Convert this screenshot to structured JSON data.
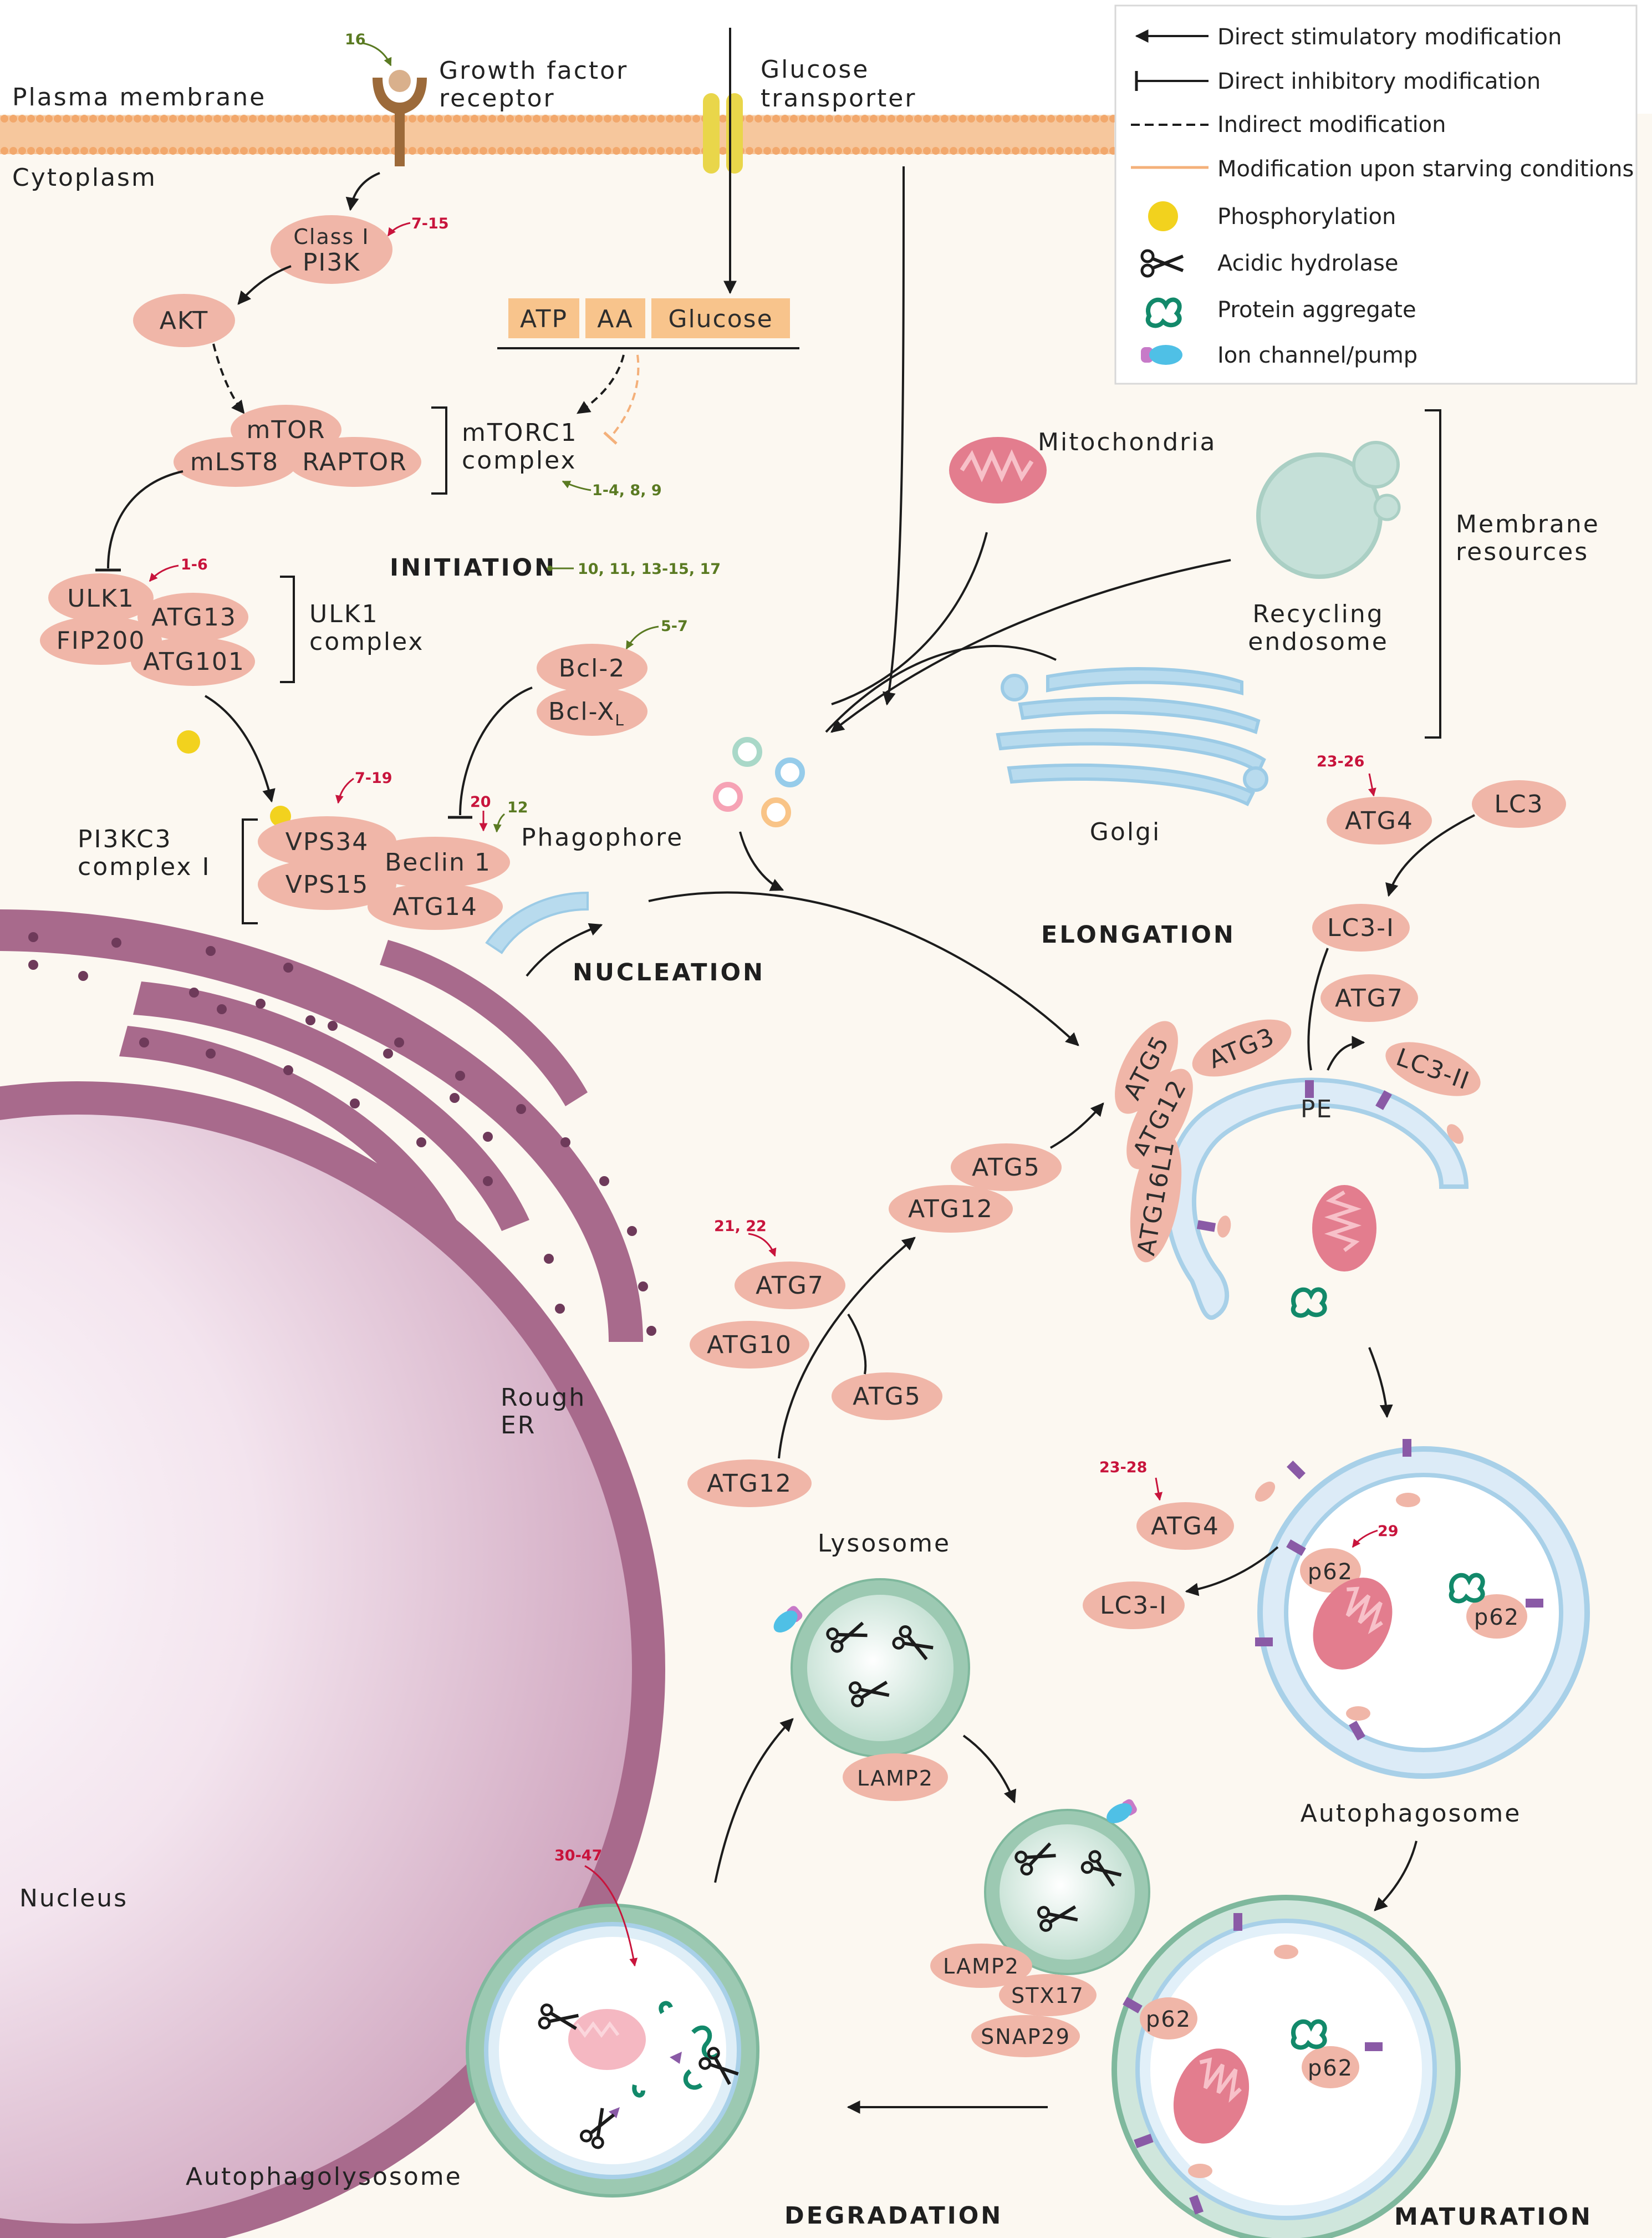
{
  "legend": {
    "stimulatory": "Direct stimulatory modification",
    "inhibitory": "Direct inhibitory modification",
    "indirect": "Indirect modification",
    "starving": "Modification upon starving conditions",
    "phosphorylation": "Phosphorylation",
    "hydrolase": "Acidic hydrolase",
    "aggregate": "Protein aggregate",
    "ionchannel": "Ion channel/pump"
  },
  "compartments": {
    "plasma_membrane": "Plasma membrane",
    "cytoplasm": "Cytoplasm",
    "gf_receptor_1": "Growth factor",
    "gf_receptor_2": "receptor",
    "glucose_transporter_1": "Glucose",
    "glucose_transporter_2": "transporter",
    "mitochondria": "Mitochondria",
    "recycling_endosome_1": "Recycling",
    "recycling_endosome_2": "endosome",
    "golgi": "Golgi",
    "membrane_resources_1": "Membrane",
    "membrane_resources_2": "resources",
    "phagophore": "Phagophore",
    "rough_er_1": "Rough",
    "rough_er_2": "ER",
    "nucleus": "Nucleus",
    "lysosome": "Lysosome",
    "autophagosome": "Autophagosome",
    "autophagolysosome": "Autophagolysosome"
  },
  "complexes": {
    "mtorc1_1": "mTORC1",
    "mtorc1_2": "complex",
    "ulk1_1": "ULK1",
    "ulk1_2": "complex",
    "pi3kc3_1": "PI3KC3",
    "pi3kc3_2": "complex I"
  },
  "stages": {
    "initiation": "INITIATION",
    "nucleation": "NUCLEATION",
    "elongation": "ELONGATION",
    "maturation": "MATURATION",
    "degradation": "DEGRADATION"
  },
  "proteins": {
    "class1": "Class I",
    "pi3k": "PI3K",
    "akt": "AKT",
    "atp": "ATP",
    "aa": "AA",
    "glucose": "Glucose",
    "mtor": "mTOR",
    "mlst8": "mLST8",
    "raptor": "RAPTOR",
    "ulk1": "ULK1",
    "atg13": "ATG13",
    "fip200": "FIP200",
    "atg101": "ATG101",
    "bcl2": "Bcl-2",
    "bclxl": "Bcl-X",
    "bclxl_sub": "L",
    "vps34": "VPS34",
    "vps15": "VPS15",
    "beclin1": "Beclin 1",
    "atg14": "ATG14",
    "atg4_top": "ATG4",
    "lc3": "LC3",
    "lc3_1_top": "LC3-I",
    "atg7_top": "ATG7",
    "lc3_2": "LC3-II",
    "pe": "PE",
    "atg5_c": "ATG5",
    "atg12_c": "ATG12",
    "atg16l1": "ATG16L1",
    "atg3": "ATG3",
    "atg5_mid": "ATG5",
    "atg12_mid": "ATG12",
    "atg7_mid": "ATG7",
    "atg10": "ATG10",
    "atg5_low": "ATG5",
    "atg12_low": "ATG12",
    "atg4_low": "ATG4",
    "lc3_1_low": "LC3-I",
    "p62": "p62",
    "lamp2": "LAMP2",
    "stx17": "STX17",
    "snap29": "SNAP29"
  },
  "refs": {
    "r16": "16",
    "r7_15": "7-15",
    "r1_4": "1-4, 8, 9",
    "r1_6": "1-6",
    "r10": "10, 11, 13-15, 17",
    "r5_7": "5-7",
    "r7_19": "7-19",
    "r20": "20",
    "r12": "12",
    "r23_26": "23-26",
    "r21_22": "21, 22",
    "r23_28": "23-28",
    "r29": "29",
    "r30_47": "30-47"
  },
  "colors": {
    "protein": "#f0b6a8",
    "membrane": "#f4b07a",
    "nucleus": "#a86a8c",
    "lysosome": "#7fb89d",
    "vesicle": "#a8d0e8",
    "phospho": "#f2d21e",
    "ref_red": "#c8143c",
    "ref_green": "#5a7a22"
  }
}
